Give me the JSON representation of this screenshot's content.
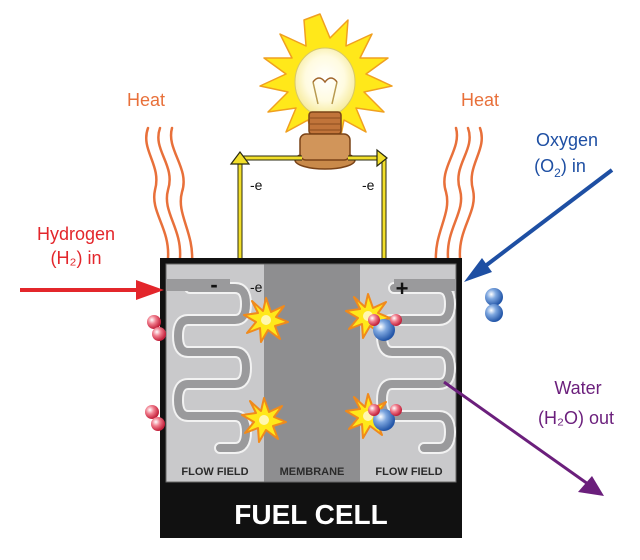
{
  "labels": {
    "heat_left": "Heat",
    "heat_right": "Heat",
    "oxygen_line1": "Oxygen",
    "oxygen_line2_pre": "(O",
    "oxygen_sub": "2",
    "oxygen_line2_post": ") in",
    "hydrogen_line1": "Hydrogen",
    "hydrogen_line2": "(H₂) in",
    "water_line1": "Water",
    "water_line2": "(H₂O) out",
    "electron_left_wire": "-e",
    "electron_right_wire": "-e",
    "electron_anode": "-e",
    "minus_sign": "-",
    "plus_sign": "+",
    "flow_field_left": "FLOW FIELD",
    "membrane": "MEMBRANE",
    "flow_field_right": "FLOW FIELD",
    "fuel_cell": "FUEL CELL"
  },
  "colors": {
    "heat": "#e8703a",
    "hydrogen": "#e3262b",
    "oxygen": "#1e4fa3",
    "water": "#6b1f7c",
    "wire": "#f2df2a",
    "cell_frame": "#111111",
    "flow_field": "#c9c9cb",
    "membrane": "#8e8e90"
  }
}
